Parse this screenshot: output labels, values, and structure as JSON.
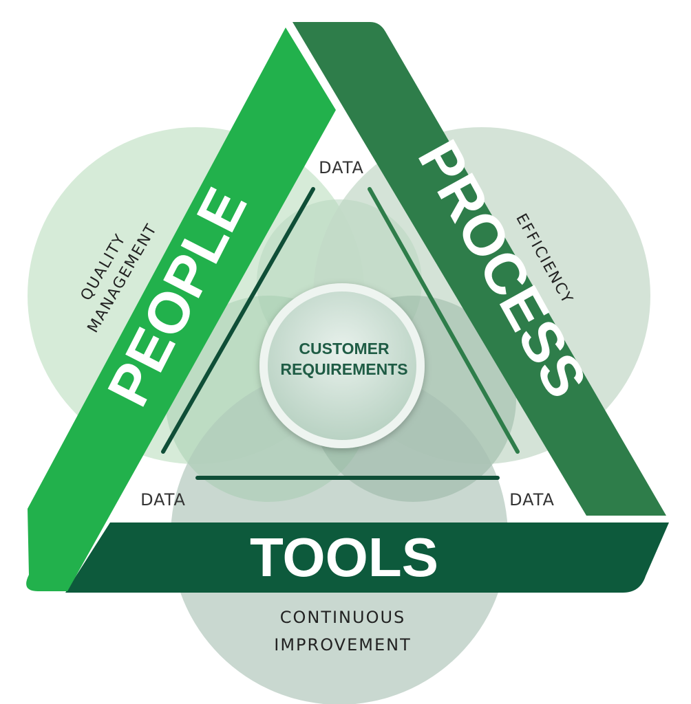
{
  "diagram": {
    "bands": {
      "people": "PEOPLE",
      "process": "PROCESS",
      "tools": "TOOLS"
    },
    "circles": {
      "left": {
        "line1": "QUALITY",
        "line2": "MANAGEMENT"
      },
      "right": {
        "line1": "EFFICIENCY"
      },
      "bottom": {
        "line1": "CONTINUOUS",
        "line2": "IMPROVEMENT"
      }
    },
    "vertices": {
      "top": "DATA",
      "left": "DATA",
      "right": "DATA"
    },
    "center": {
      "line1": "CUSTOMER",
      "line2": "REQUIREMENTS"
    },
    "colors": {
      "people": "#22b14c",
      "process": "#2e7d4a",
      "tools": "#0d5a3c",
      "circle_left": "#d4ead6",
      "circle_right": "#cfe0d3",
      "circle_bottom": "#c3d4cb",
      "inner_line": "#0f4e37"
    }
  }
}
